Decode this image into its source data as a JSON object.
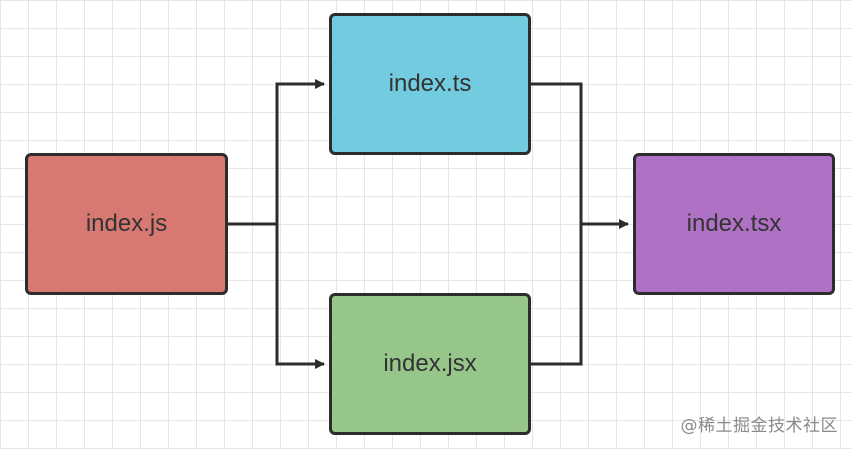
{
  "diagram": {
    "nodes": {
      "js": {
        "label": "index.js",
        "color": "#d77873"
      },
      "ts": {
        "label": "index.ts",
        "color": "#72cbde"
      },
      "jsx": {
        "label": "index.jsx",
        "color": "#96c689"
      },
      "tsx": {
        "label": "index.tsx",
        "color": "#ae71c4"
      }
    },
    "edges": [
      {
        "from": "index.js",
        "to": "index.ts"
      },
      {
        "from": "index.js",
        "to": "index.jsx"
      },
      {
        "from": "index.ts",
        "to": "index.tsx"
      },
      {
        "from": "index.jsx",
        "to": "index.tsx"
      }
    ],
    "line_color": "#2c2c2c",
    "grid_color": "#e6e6e6"
  },
  "watermark": {
    "text": "@稀土掘金技术社区"
  }
}
